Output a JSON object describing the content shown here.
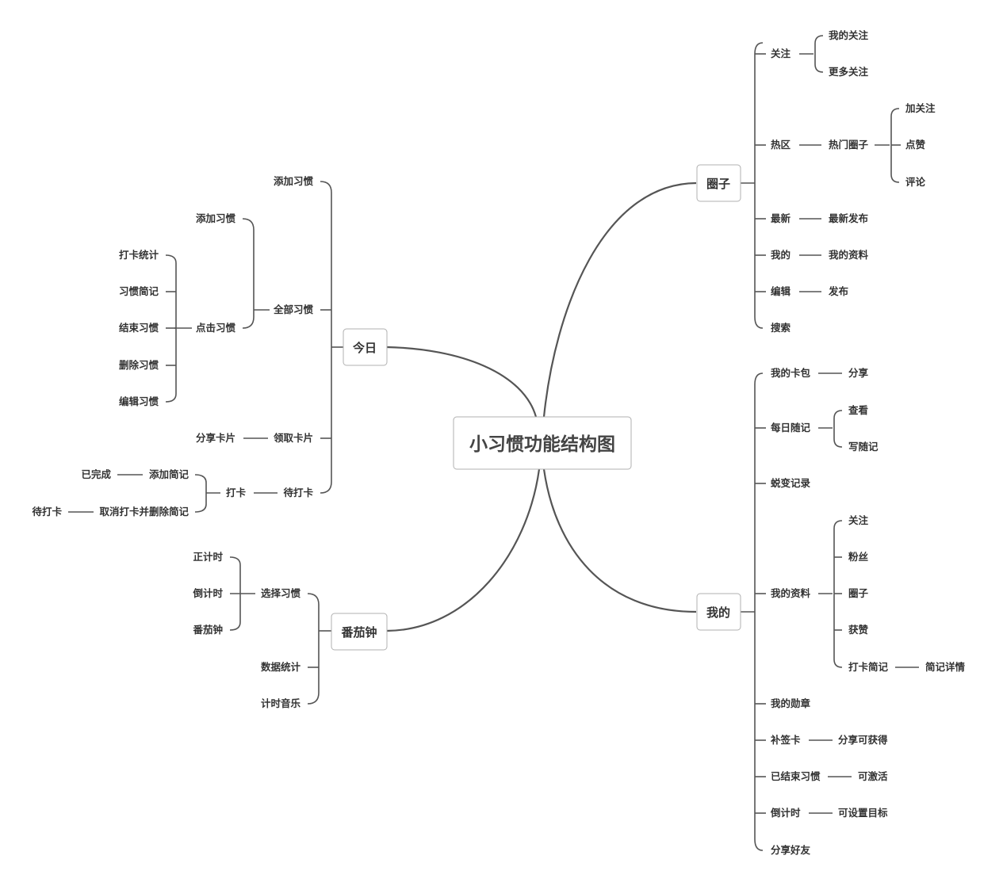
{
  "title": "小习惯功能结构图",
  "branches": {
    "quanzi": {
      "label": "圈子",
      "guanzhu": "关注",
      "wodeguanzhu": "我的关注",
      "gengduoguanzhu": "更多关注",
      "requ": "热区",
      "remenquanzi": "热门圈子",
      "jiaguanzhu": "加关注",
      "dianzan": "点赞",
      "pinglun": "评论",
      "zuixin": "最新",
      "zuixinfabu": "最新发布",
      "wode": "我的",
      "wodeziliao": "我的资料",
      "bianji": "编辑",
      "fabu": "发布",
      "sousuo": "搜索"
    },
    "wode": {
      "label": "我的",
      "kabao": "我的卡包",
      "fenxiang": "分享",
      "meiri": "每日随记",
      "chakan": "查看",
      "xiesuiji": "写随记",
      "tuibian": "蜕变记录",
      "ziliao": "我的资料",
      "guanzhu": "关注",
      "fensi": "粉丝",
      "quanzi": "圈子",
      "huozan": "获赞",
      "dakajianji": "打卡简记",
      "jianjixiangqing": "简记详情",
      "xunzhang": "我的勋章",
      "buqianka": "补签卡",
      "fenxiangkehuode": "分享可获得",
      "yijieshu": "已结束习惯",
      "kejihuo": "可激活",
      "daojishi": "倒计时",
      "keshezhi": "可设置目标",
      "fenxianghaoyou": "分享好友"
    },
    "jinri": {
      "label": "今日",
      "tianjia": "添加习惯",
      "quanbu": "全部习惯",
      "quanbu_tianjia": "添加习惯",
      "dianji": "点击习惯",
      "dakatongji": "打卡统计",
      "xiguanjianji": "习惯简记",
      "jieshu": "结束习惯",
      "shanchu": "删除习惯",
      "bianji": "编辑习惯",
      "lingqu": "领取卡片",
      "fenxiangkapian": "分享卡片",
      "daidaka": "待打卡",
      "daka": "打卡",
      "tianjiajianji": "添加简记",
      "yiwancheng": "已完成",
      "quxiao": "取消打卡并删除简记",
      "daidaka2": "待打卡"
    },
    "fanqie": {
      "label": "番茄钟",
      "xuanze": "选择习惯",
      "zhengjishi": "正计时",
      "daojishi": "倒计时",
      "fanqiezhong": "番茄钟",
      "shuju": "数据统计",
      "yinyue": "计时音乐"
    }
  }
}
